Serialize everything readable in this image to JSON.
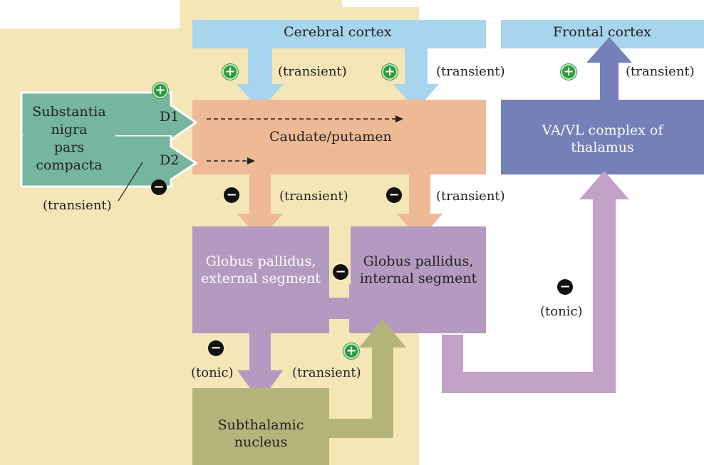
{
  "colors": {
    "background_panel": "#f5e6b8",
    "cortex": "#a8d4ee",
    "striatum": "#edba95",
    "pallidus": "#b49ac0",
    "thalamus": "#7580b8",
    "stn": "#b5b47a",
    "snc": "#76b59e",
    "excitatory": "#2e9a3e",
    "inhibitory": "#111111"
  },
  "nodes": {
    "cerebral_cortex": "Cerebral cortex",
    "frontal_cortex": "Frontal cortex",
    "snc_line1": "Substantia",
    "snc_line2": "nigra",
    "snc_line3": "pars",
    "snc_line4": "compacta",
    "caudate": "Caudate/putamen",
    "thalamus_line1": "VA/VL complex of",
    "thalamus_line2": "thalamus",
    "gpe_line1": "Globus pallidus,",
    "gpe_line2": "external segment",
    "gpi_line1": "Globus pallidus,",
    "gpi_line2": "internal segment",
    "stn_line1": "Subthalamic",
    "stn_line2": "nucleus"
  },
  "receptors": {
    "d1": "D1",
    "d2": "D2"
  },
  "signs": {
    "plus": "+",
    "minus": "−"
  },
  "labels": {
    "transient": "(transient)",
    "tonic": "(tonic)"
  }
}
